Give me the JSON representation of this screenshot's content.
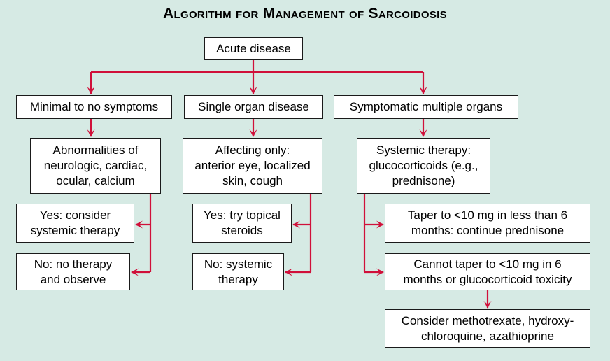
{
  "title": "Algorithm for Management of Sarcoidosis",
  "colors": {
    "background": "#d6eae4",
    "arrow": "#d0103a",
    "box_border": "#1a1a1a"
  },
  "nodes": {
    "acute": "Acute disease",
    "minimal": "Minimal to no symptoms",
    "single": "Single organ disease",
    "multiple": "Symptomatic multiple organs",
    "abnormalities": "Abnormalities of\nneurologic, cardiac,\nocular, calcium",
    "yes_systemic": "Yes: consider\nsystemic therapy",
    "no_observe": "No: no therapy\nand observe",
    "affecting": "Affecting only:\nanterior eye, localized\nskin, cough",
    "yes_topical": "Yes: try topical\nsteroids",
    "no_systemic": "No: systemic\ntherapy",
    "systemic_therapy": "Systemic therapy:\nglucocorticoids (e.g.,\nprednisone)",
    "taper": "Taper to <10 mg in less than 6\nmonths: continue prednisone",
    "cannot_taper": "Cannot taper to <10 mg in 6\nmonths or glucocorticoid toxicity",
    "consider": "Consider methotrexate, hydroxy-\nchloroquine, azathioprine"
  }
}
